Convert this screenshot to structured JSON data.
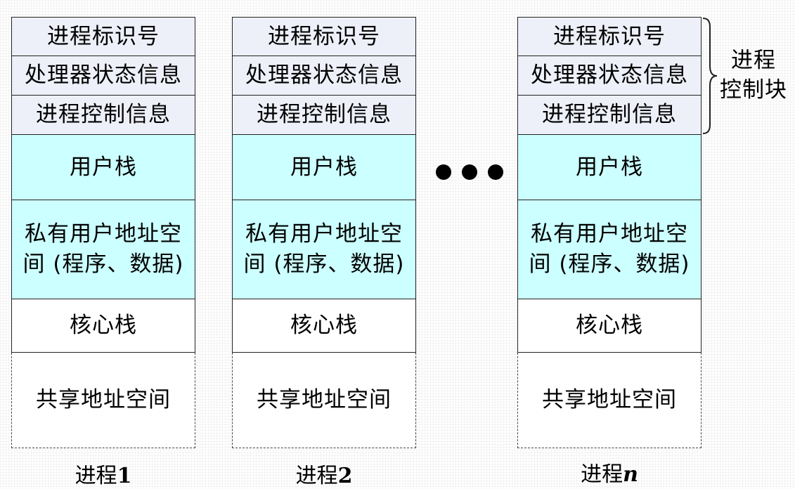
{
  "pcb_rows": [
    "进程标识号",
    "处理器状态信息",
    "进程控制信息"
  ],
  "user_stack": "用户栈",
  "private_space": {
    "line1": "私有用户地址空",
    "line2_prefix": "间 ",
    "line2_main": "(程序、数据)"
  },
  "kernel_stack": "核心栈",
  "shared_space": "共享地址空间",
  "processes": [
    {
      "prefix": "进程",
      "suffix": "1"
    },
    {
      "prefix": "进程",
      "suffix": "2"
    },
    {
      "prefix": "进程",
      "suffix": "n"
    }
  ],
  "pcb_brace_label": {
    "line1": "进程",
    "line2": "控制块"
  },
  "ellipsis_icon": "three-dots",
  "colors": {
    "pcb": "#eef0f9",
    "user_area": "#ccffff",
    "border": "#222222"
  }
}
